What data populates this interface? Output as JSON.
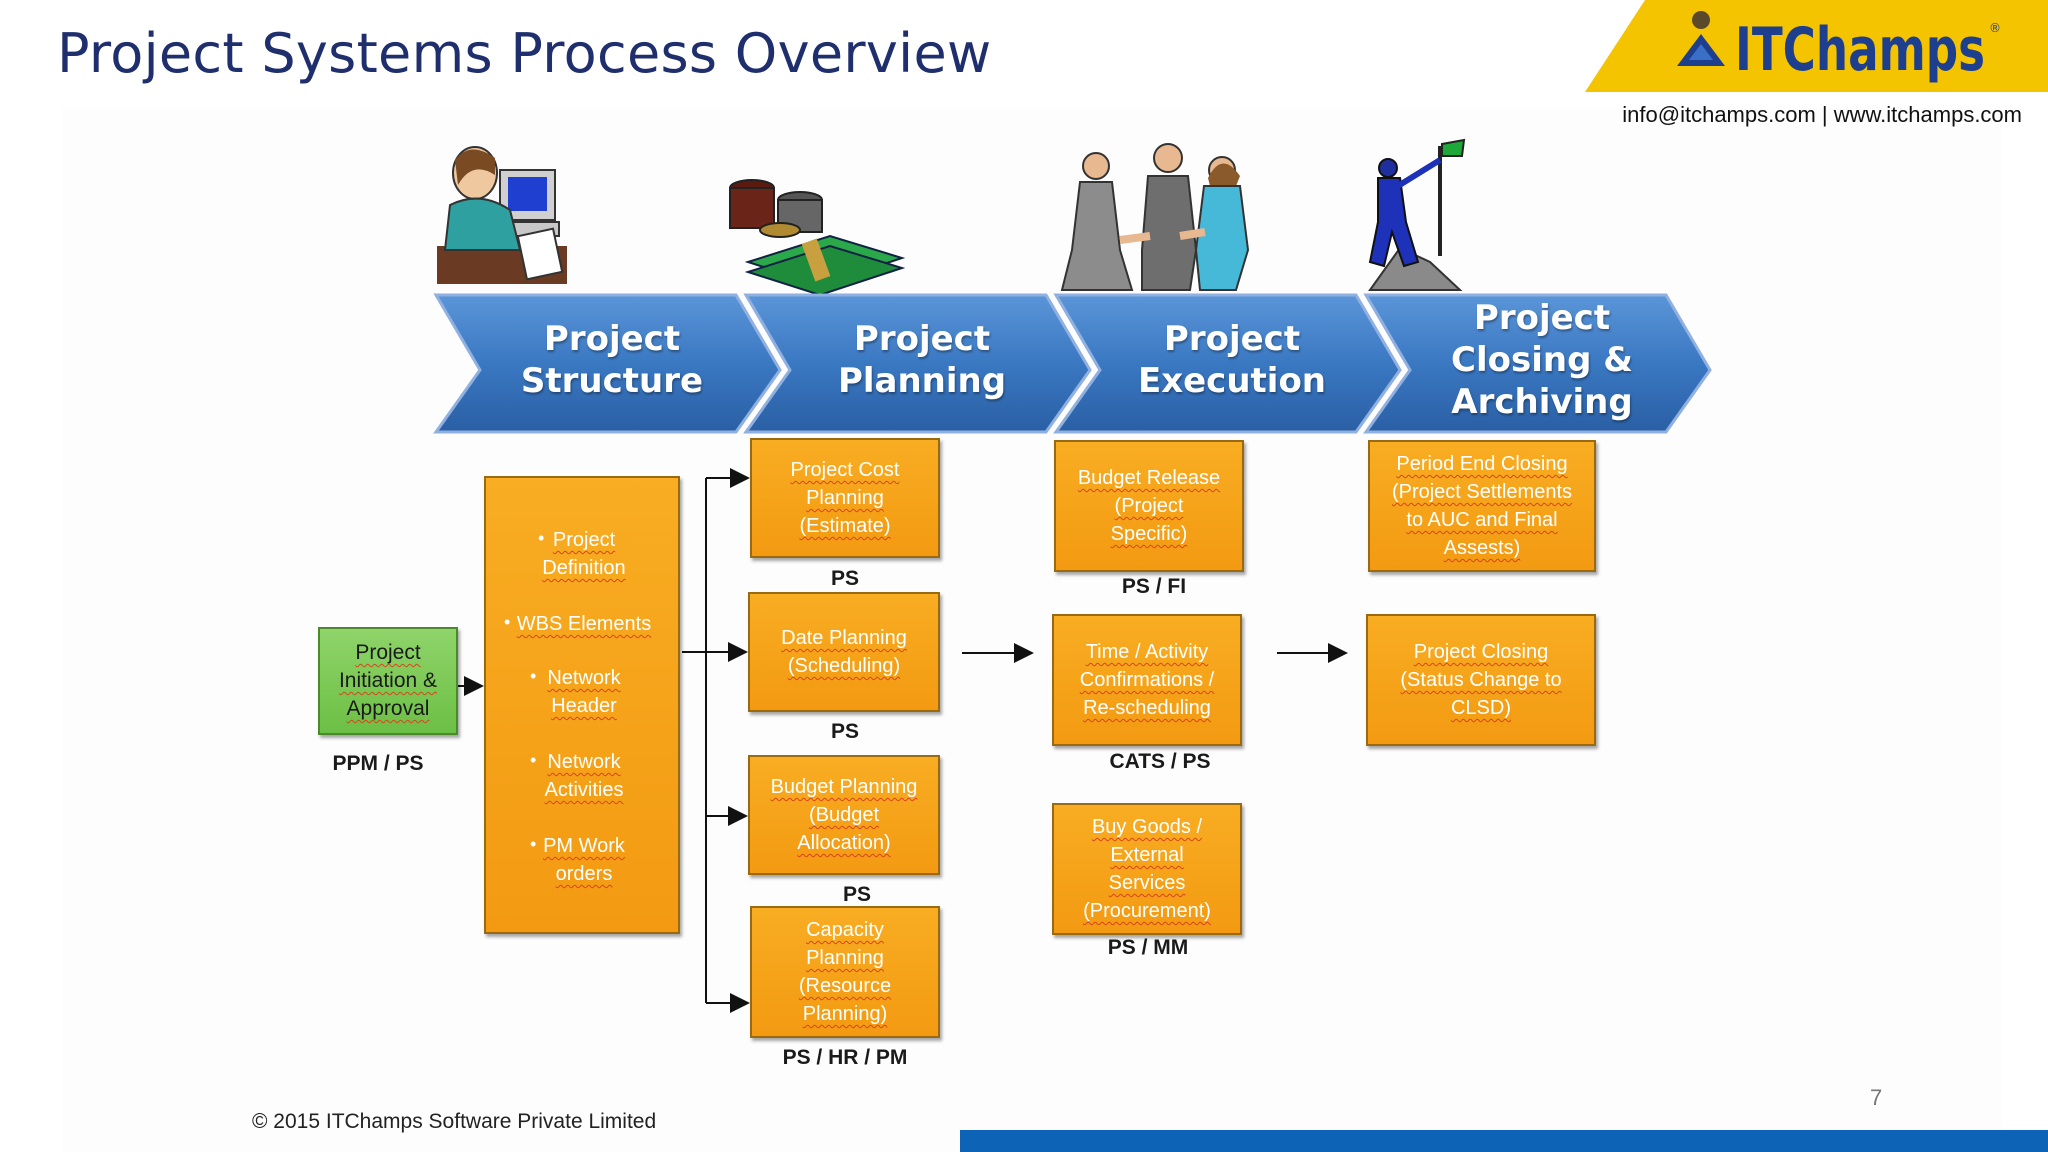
{
  "slide": {
    "title": "Project Systems Process Overview",
    "contact": "info@itchamps.com | www.itchamps.com",
    "footer": "© 2015 ITChamps Software Private Limited",
    "page_number": "7"
  },
  "logo": {
    "text": "ITChamps",
    "registered": "®"
  },
  "phases": [
    {
      "label": "Project\nStructure"
    },
    {
      "label": "Project\nPlanning"
    },
    {
      "label": "Project\nExecution"
    },
    {
      "label": "Project\nClosing &\nArchiving"
    }
  ],
  "start": {
    "label": "Project\nInitiation &\nApproval",
    "system": "PPM / PS"
  },
  "structure_items": [
    "Project\nDefinition",
    "WBS Elements",
    "Network\nHeader",
    "Network\nActivities",
    "PM Work\norders"
  ],
  "planning": [
    {
      "label": "Project Cost\nPlanning\n(Estimate)",
      "system": "PS"
    },
    {
      "label": "Date Planning\n(Scheduling)",
      "system": "PS"
    },
    {
      "label": "Budget Planning\n(Budget\nAllocation)",
      "system": "PS"
    },
    {
      "label": "Capacity\nPlanning\n(Resource\nPlanning)",
      "system": "PS / HR / PM"
    }
  ],
  "execution": [
    {
      "label": "Budget Release\n(Project\nSpecific)",
      "system": "PS / FI"
    },
    {
      "label": "Time  / Activity\nConfirmations  /\nRe-scheduling",
      "system": "CATS /  PS"
    },
    {
      "label": "Buy Goods /\nExternal\nServices\n(Procurement)",
      "system": "PS / MM"
    }
  ],
  "closing": [
    {
      "label": "Period End Closing\n(Project Settlements\nto AUC and Final\nAssests)"
    },
    {
      "label": "Project Closing\n(Status Change to\nCLSD)"
    }
  ],
  "colors": {
    "title": "#1f2f6e",
    "chevron": "#3a78c2",
    "box_orange": "#f5a21a",
    "box_green": "#7cc95a",
    "logo_yellow": "#f5c400",
    "logo_text": "#1d3f8e",
    "bottom_bar": "#0d63b6"
  },
  "icons": [
    "office-worker-icon",
    "money-stacks-icon",
    "handshake-people-icon",
    "mountain-climber-flag-icon"
  ]
}
